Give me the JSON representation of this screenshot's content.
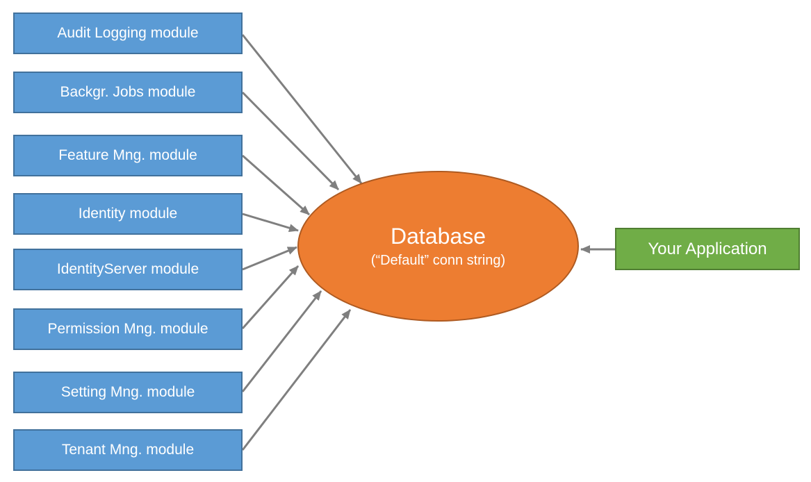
{
  "modules": [
    "Audit Logging module",
    "Backgr. Jobs module",
    "Feature Mng. module",
    "Identity module",
    "IdentityServer module",
    "Permission Mng. module",
    "Setting Mng. module",
    "Tenant Mng. module"
  ],
  "database": {
    "title": "Database",
    "subtitle": "(“Default” conn string)"
  },
  "application": {
    "label": "Your Application"
  },
  "connections": [
    {
      "from": "Audit Logging module",
      "to": "Database"
    },
    {
      "from": "Backgr. Jobs module",
      "to": "Database"
    },
    {
      "from": "Feature Mng. module",
      "to": "Database"
    },
    {
      "from": "Identity module",
      "to": "Database"
    },
    {
      "from": "IdentityServer module",
      "to": "Database"
    },
    {
      "from": "Permission Mng. module",
      "to": "Database"
    },
    {
      "from": "Setting Mng. module",
      "to": "Database"
    },
    {
      "from": "Tenant Mng. module",
      "to": "Database"
    },
    {
      "from": "Your Application",
      "to": "Database"
    }
  ],
  "colors": {
    "module_fill": "#5B9BD5",
    "module_border": "#41719C",
    "database_fill": "#ED7D31",
    "database_border": "#AE5A21",
    "application_fill": "#70AD47",
    "application_border": "#507E32",
    "arrow": "#7F7F7F",
    "text": "#FFFFFF"
  }
}
